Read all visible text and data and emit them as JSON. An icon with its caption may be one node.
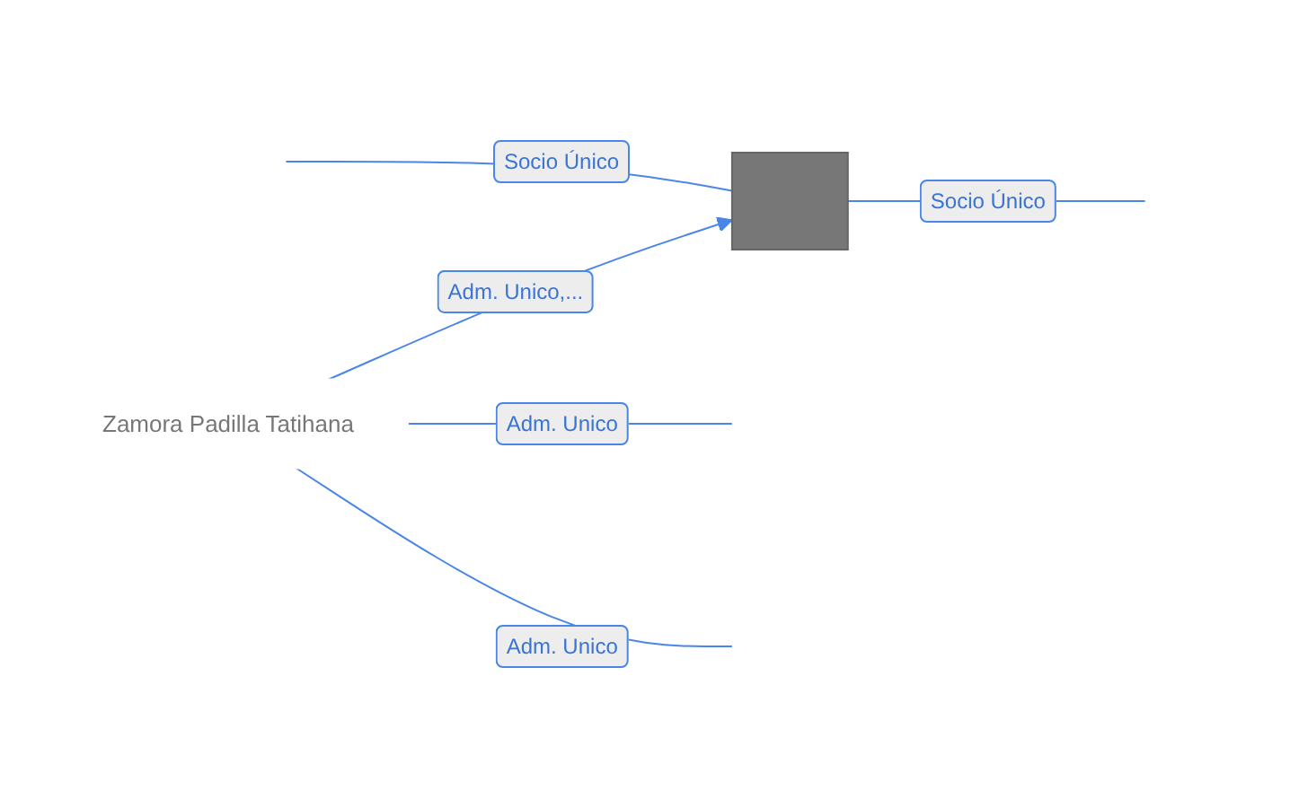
{
  "diagram": {
    "nodes": [
      {
        "text": [
          "Zamora Padilla Tatihana"
        ]
      },
      {
        "text": [],
        "shape": "building"
      }
    ],
    "edges": [
      {
        "from": 0,
        "to": null,
        "arrow": "none",
        "label": "Adm. Unico"
      },
      {
        "from": 0,
        "to": null,
        "arrow": "none",
        "label": "Adm. Unico"
      },
      {
        "from": 0,
        "to": 1,
        "arrow": "to",
        "label": "Adm. Unico,..."
      },
      {
        "from": null,
        "to": 1,
        "arrow": "none",
        "label": "Socio Único"
      },
      {
        "from": 1,
        "to": null,
        "arrow": "none",
        "label": "Socio Único"
      }
    ]
  }
}
